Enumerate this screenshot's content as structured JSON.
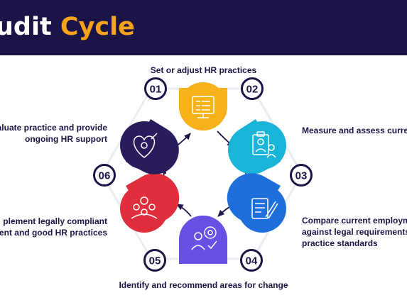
{
  "title": {
    "prefix": "udit",
    "accent": "Cycle"
  },
  "colors": {
    "navy": "#1b1547",
    "accent": "#f6a21a",
    "step1": "#f7b21b",
    "step2": "#1bb4d9",
    "step3": "#1e6fdc",
    "step4": "#6a4fe4",
    "step5": "#e12e3c",
    "step6": "#2a1c5c"
  },
  "steps": [
    {
      "number": "01",
      "lines": [
        "Set or adjust HR practices"
      ],
      "icon": "checklist-monitor-icon"
    },
    {
      "number": "02",
      "lines": [
        "Measure and assess curre"
      ],
      "icon": "clipboard-user-icon"
    },
    {
      "number": "03",
      "lines": [
        "Compare current employm",
        "against legal requirements",
        "practice standards"
      ],
      "icon": "document-pen-icon"
    },
    {
      "number": "04",
      "lines": [
        "Identify and recommend areas for change"
      ],
      "icon": "target-person-icon"
    },
    {
      "number": "05",
      "lines": [],
      "icon": ""
    },
    {
      "number": "06",
      "lines": [
        "plement legally compliant",
        "ment and good HR practices"
      ],
      "icon": "team-group-icon"
    }
  ],
  "evaluate": {
    "lines": [
      "aluate practice and provide",
      "ongoing HR support"
    ],
    "icon": "heart-gear-icon"
  }
}
